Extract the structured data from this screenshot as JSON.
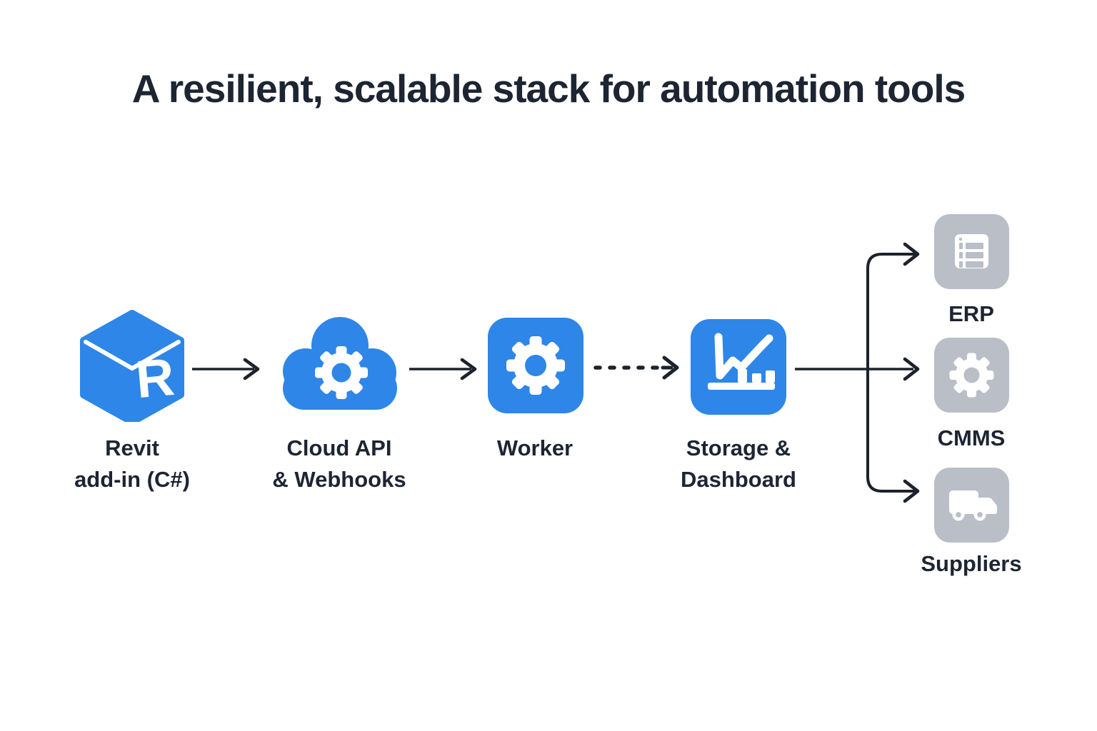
{
  "title": "A resilient, scalable stack for automation tools",
  "colors": {
    "accent_blue": "#2e86e8",
    "box_gray": "#b9bec7",
    "text_dark": "#1d2533",
    "arrow": "#1b222c",
    "bg": "#ffffff"
  },
  "flow": {
    "nodes": [
      {
        "id": "revit",
        "icon": "revit-cube-icon",
        "cube_letter": "R",
        "label1": "Revit",
        "label2": "add-in (C#)"
      },
      {
        "id": "cloud-api",
        "icon": "cloud-gear-icon",
        "label1": "Cloud API",
        "label2": "& Webhooks"
      },
      {
        "id": "worker",
        "icon": "gear-icon",
        "label1": "Worker",
        "label2": ""
      },
      {
        "id": "storage-dashboard",
        "icon": "chart-trend-icon",
        "label1": "Storage &",
        "label2": "Dashboard"
      }
    ],
    "targets": [
      {
        "id": "erp",
        "icon": "list-icon",
        "label": "ERP"
      },
      {
        "id": "cmms",
        "icon": "gear-icon",
        "label": "CMMS"
      },
      {
        "id": "suppliers",
        "icon": "truck-icon",
        "label": "Suppliers"
      }
    ],
    "connections": [
      {
        "from": "revit",
        "to": "cloud-api",
        "style": "solid-arrow"
      },
      {
        "from": "cloud-api",
        "to": "worker",
        "style": "solid-arrow"
      },
      {
        "from": "worker",
        "to": "storage-dashboard",
        "style": "dashed-arrow"
      },
      {
        "from": "storage-dashboard",
        "to": "erp",
        "style": "branch-arrow"
      },
      {
        "from": "storage-dashboard",
        "to": "cmms",
        "style": "branch-arrow"
      },
      {
        "from": "storage-dashboard",
        "to": "suppliers",
        "style": "branch-arrow"
      }
    ]
  }
}
